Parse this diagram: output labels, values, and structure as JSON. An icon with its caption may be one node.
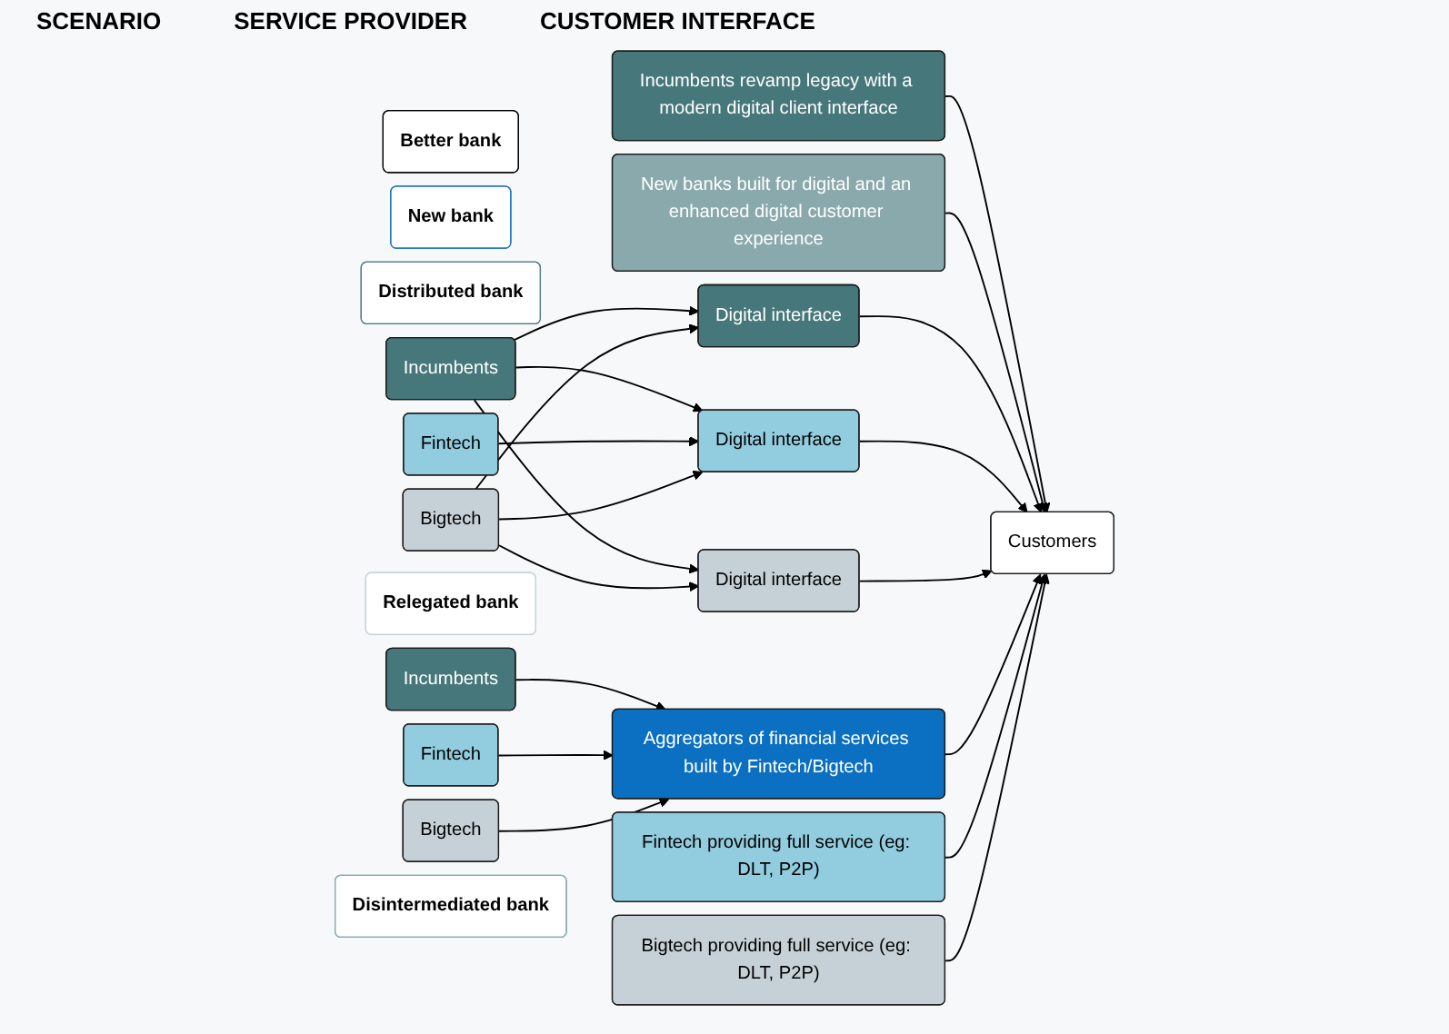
{
  "diagram": {
    "nodes": [
      {
        "text": [
          "Better bank"
        ]
      },
      {
        "text": [
          "Incumbents revamp legacy with a modern digital client interface"
        ]
      },
      {
        "text": [
          "New bank"
        ]
      },
      {
        "text": [
          "New banks built for digital and an enhanced digital customer experience"
        ]
      },
      {
        "text": [
          "Distributed bank"
        ]
      },
      {
        "text": [
          "Incumbents"
        ]
      },
      {
        "text": [
          "Fintech"
        ]
      },
      {
        "text": [
          "Bigtech"
        ]
      },
      {
        "text": [
          "Digital interface"
        ]
      },
      {
        "text": [
          "Digital interface"
        ]
      },
      {
        "text": [
          "Digital interface"
        ]
      },
      {
        "text": [
          "Relegated bank"
        ]
      },
      {
        "text": [
          "Incumbents"
        ]
      },
      {
        "text": [
          "Fintech"
        ]
      },
      {
        "text": [
          "Bigtech"
        ]
      },
      {
        "text": [
          "Aggregators of financial services built by Fintech/Bigtech"
        ]
      },
      {
        "text": [
          "Disintermediated bank"
        ]
      },
      {
        "text": [
          "Fintech providing full service (eg: DLT, P2P)"
        ]
      },
      {
        "text": [
          "Bigtech providing full service (eg: DLT, P2P)"
        ]
      },
      {
        "text": [
          "Customers"
        ]
      }
    ],
    "edges": [
      {
        "from": 1,
        "to": 19,
        "arrow": "to"
      },
      {
        "from": 3,
        "to": 19,
        "arrow": "to"
      },
      {
        "from": 5,
        "to": 8,
        "arrow": "to"
      },
      {
        "from": 5,
        "to": 9,
        "arrow": "to"
      },
      {
        "from": 5,
        "to": 10,
        "arrow": "to"
      },
      {
        "from": 6,
        "to": 9,
        "arrow": "to"
      },
      {
        "from": 7,
        "to": 8,
        "arrow": "to"
      },
      {
        "from": 7,
        "to": 9,
        "arrow": "to"
      },
      {
        "from": 7,
        "to": 10,
        "arrow": "to"
      },
      {
        "from": 8,
        "to": 19,
        "arrow": "to"
      },
      {
        "from": 9,
        "to": 19,
        "arrow": "to"
      },
      {
        "from": 10,
        "to": 19,
        "arrow": "to"
      },
      {
        "from": 12,
        "to": 15,
        "arrow": "to"
      },
      {
        "from": 13,
        "to": 15,
        "arrow": "to"
      },
      {
        "from": 14,
        "to": 15,
        "arrow": "to"
      },
      {
        "from": 15,
        "to": 19,
        "arrow": "to"
      },
      {
        "from": 17,
        "to": 19,
        "arrow": "to"
      },
      {
        "from": 18,
        "to": 19,
        "arrow": "to"
      }
    ],
    "labels": [
      "SCENARIO",
      "SERVICE PROVIDER",
      "CUSTOMER INTERFACE"
    ]
  }
}
